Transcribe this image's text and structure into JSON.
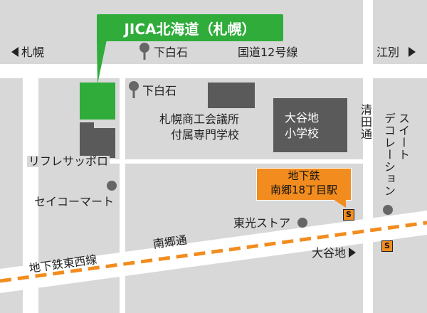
{
  "callout": {
    "title": "JICA北海道（札幌）",
    "color": "#2fac3a"
  },
  "roads": {
    "route12": "国道12号線",
    "sapporo_dir": "札幌",
    "ebetsu_dir": "江別",
    "nango_dori": "南郷通",
    "oyachi_dir": "大谷地",
    "kiyota_dori": "清田通",
    "subway_line": "地下鉄東西線"
  },
  "landmarks": {
    "shimoshiroishi_upper": "下白石",
    "shimoshiroishi_lower": "下白石",
    "college_line1": "札幌商工会議所",
    "college_line2": "付属専門学校",
    "school_line1": "大谷地",
    "school_line2": "小学校",
    "refre": "リフレサッポロ",
    "seicomart": "セイコーマート",
    "toko_store": "東光ストア",
    "suite_deco": [
      "スイート",
      "デコレーション"
    ]
  },
  "station": {
    "line1": "地下鉄",
    "line2": "南郷18丁目駅",
    "badge": "S",
    "color": "#f28c1e"
  },
  "colors": {
    "road": "#ffffff",
    "block": "#d8d8d8",
    "building": "#5a5a5a",
    "subway": "#f28c1e"
  },
  "icons": [
    "tree-icon",
    "direction-arrow-icon",
    "subway-station-icon",
    "poi-dot-icon"
  ]
}
